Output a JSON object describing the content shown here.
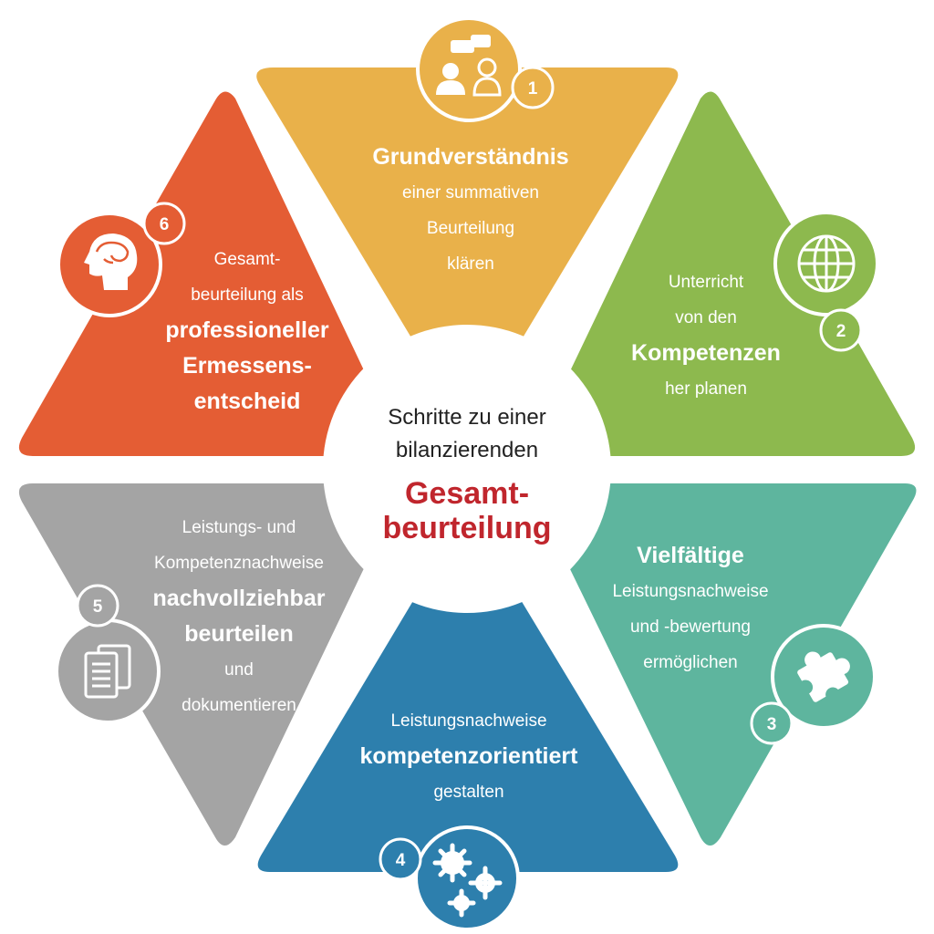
{
  "center": {
    "line1": "Schritte zu einer",
    "line2": "bilanzierenden",
    "title1": "Gesamt-",
    "title2": "beurteilung",
    "title_color": "#c0262d"
  },
  "steps": [
    {
      "number": "1",
      "color": "#e9b14a",
      "icon": "dialogue-people-icon",
      "lines": [
        {
          "text": "Grundverständnis",
          "bold": true
        },
        {
          "text": "einer summativen",
          "bold": false
        },
        {
          "text": "Beurteilung",
          "bold": false
        },
        {
          "text": "klären",
          "bold": false
        }
      ]
    },
    {
      "number": "2",
      "color": "#8db94e",
      "icon": "globe-icon",
      "lines": [
        {
          "text": "Unterricht",
          "bold": false
        },
        {
          "text": "von den",
          "bold": false
        },
        {
          "text": "Kompetenzen",
          "bold": true
        },
        {
          "text": "her planen",
          "bold": false
        }
      ]
    },
    {
      "number": "3",
      "color": "#5eb59e",
      "icon": "puzzle-icon",
      "lines": [
        {
          "text": "Vielfältige",
          "bold": true
        },
        {
          "text": "Leistungsnachweise",
          "bold": false
        },
        {
          "text": "und -bewertung",
          "bold": false
        },
        {
          "text": "ermöglichen",
          "bold": false
        }
      ]
    },
    {
      "number": "4",
      "color": "#2d7fad",
      "icon": "gears-icon",
      "lines": [
        {
          "text": "Leistungsnachweise",
          "bold": false
        },
        {
          "text": "kompetenzorientiert",
          "bold": true
        },
        {
          "text": "gestalten",
          "bold": false
        }
      ]
    },
    {
      "number": "5",
      "color": "#a4a4a4",
      "icon": "documents-icon",
      "lines": [
        {
          "text": "Leistungs- und",
          "bold": false
        },
        {
          "text": "Kompetenznachweise",
          "bold": false
        },
        {
          "text": "nachvollziehbar",
          "bold": true
        },
        {
          "text": "beurteilen",
          "bold": true
        },
        {
          "text": "und",
          "bold": false
        },
        {
          "text": "dokumentieren",
          "bold": false
        }
      ]
    },
    {
      "number": "6",
      "color": "#e45d34",
      "icon": "head-brain-icon",
      "lines": [
        {
          "text": "Gesamt-",
          "bold": false
        },
        {
          "text": "beurteilung als",
          "bold": false
        },
        {
          "text": "professioneller",
          "bold": true
        },
        {
          "text": "Ermessens-",
          "bold": true
        },
        {
          "text": "entscheid",
          "bold": true
        }
      ]
    }
  ]
}
